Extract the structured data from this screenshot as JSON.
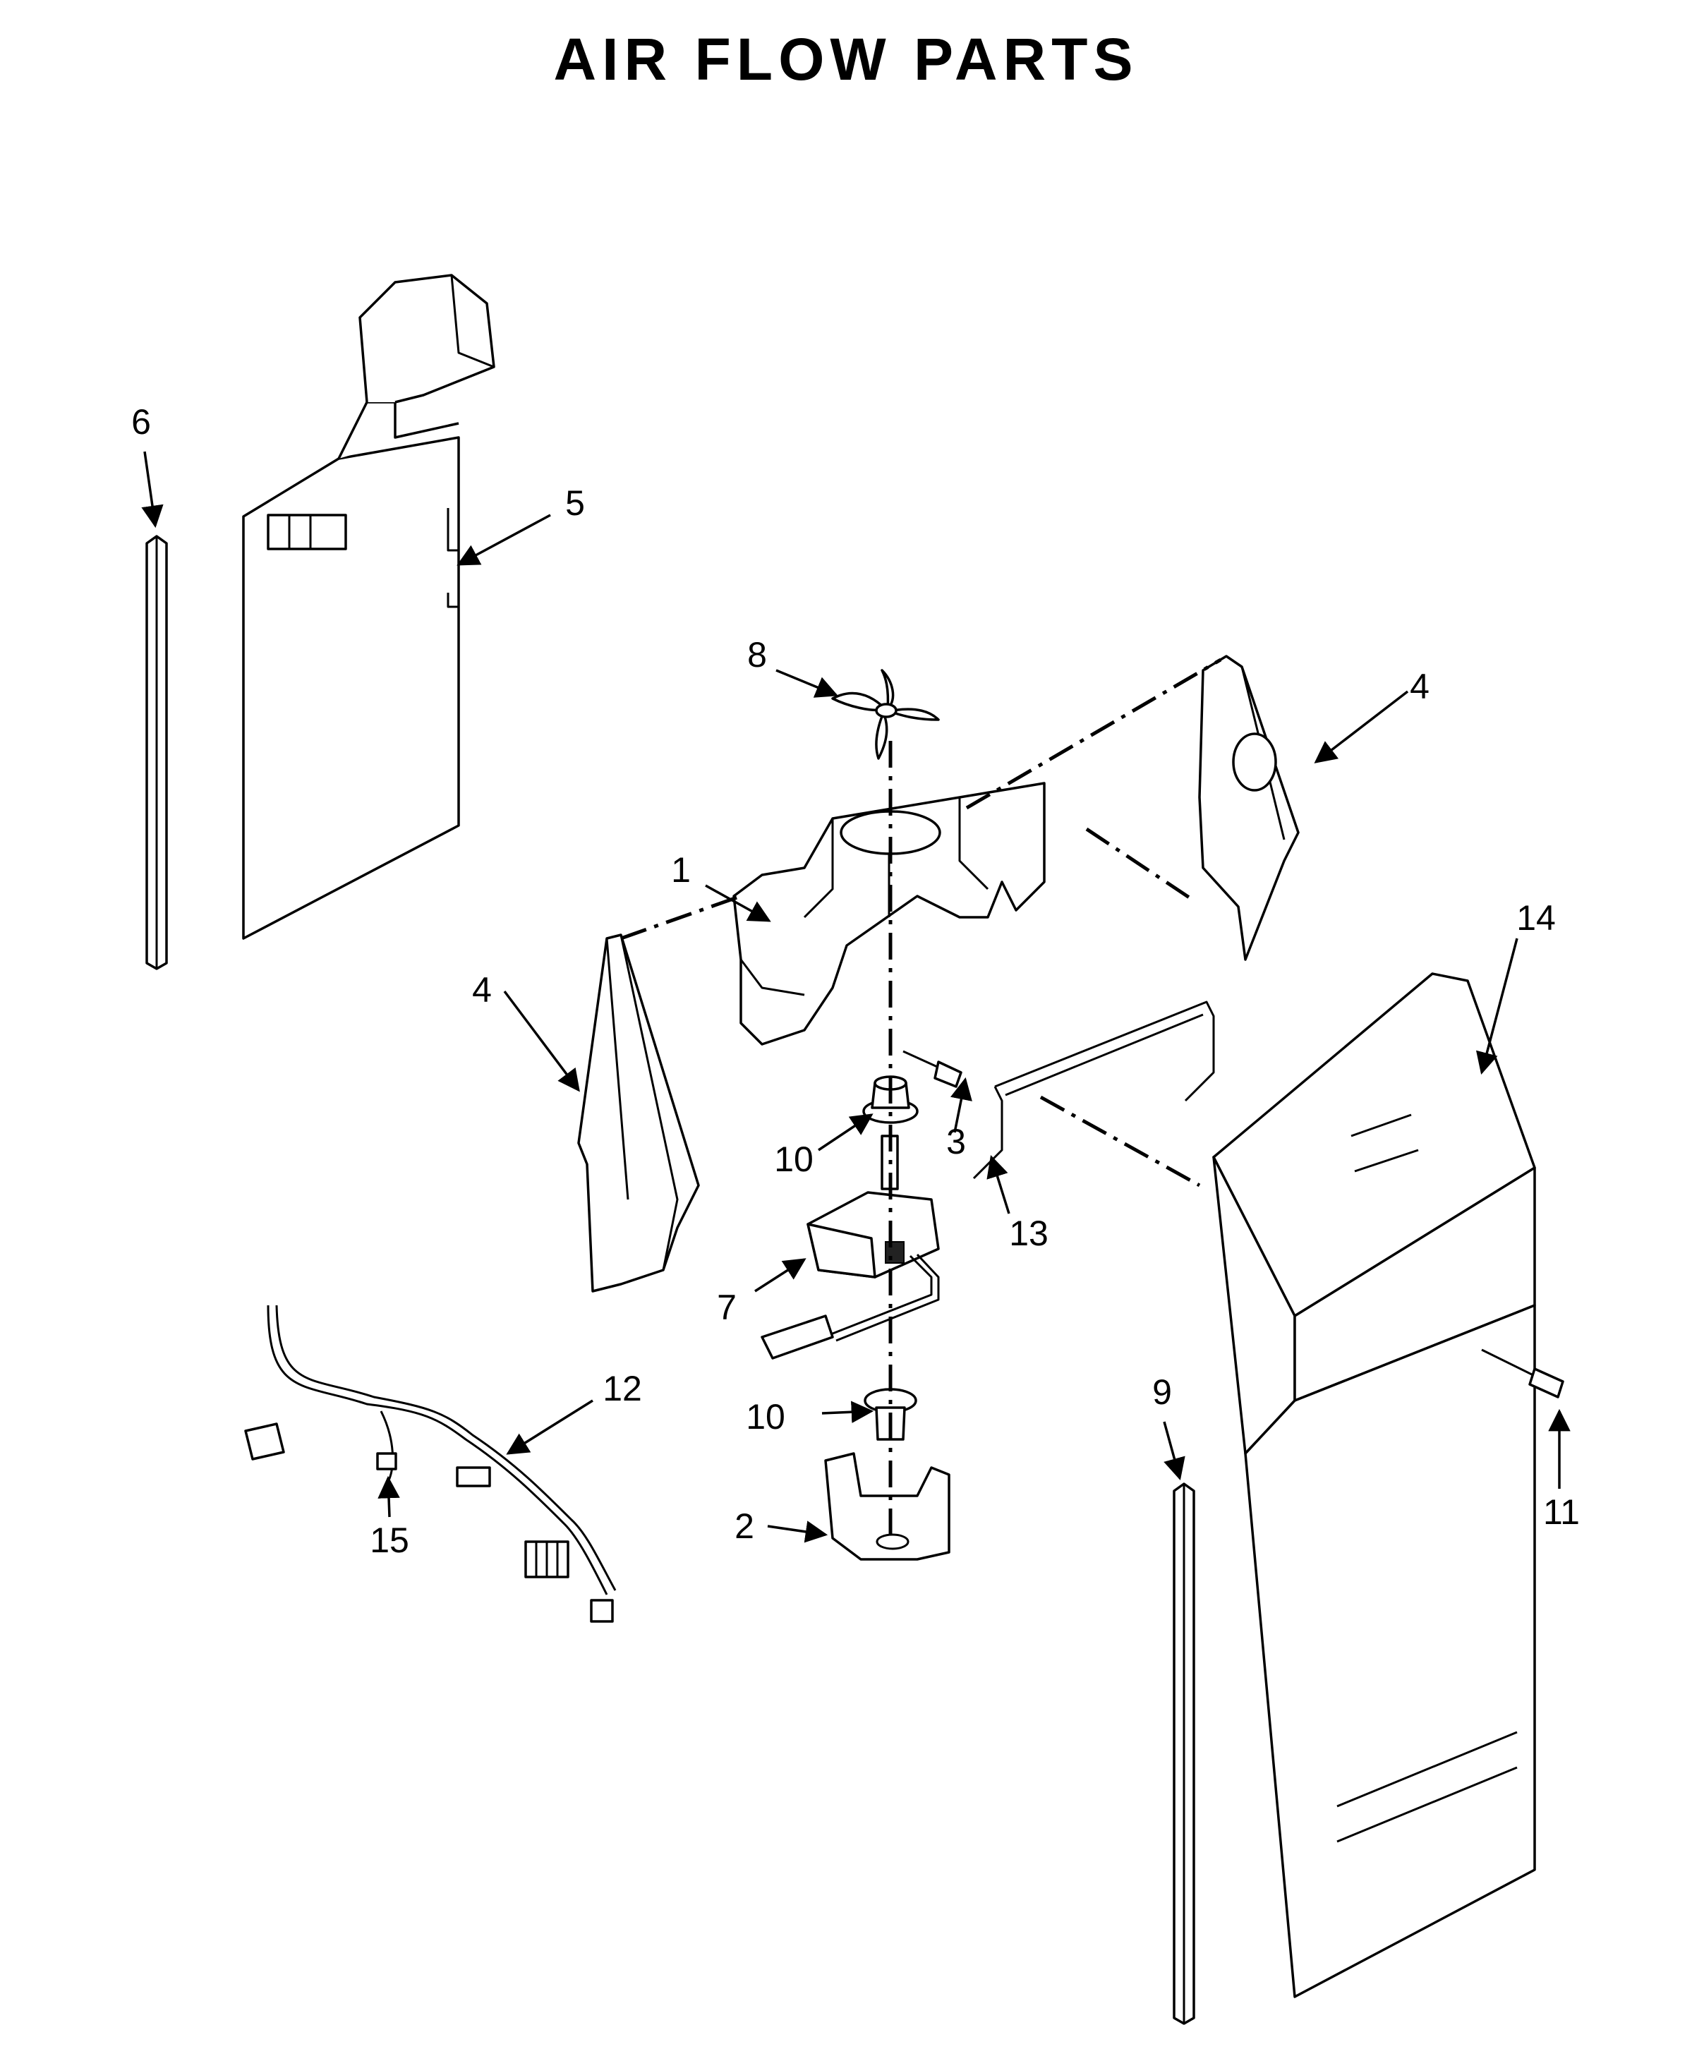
{
  "title": "AIR FLOW PARTS",
  "callouts": [
    "1",
    "2",
    "3",
    "4",
    "4",
    "5",
    "6",
    "7",
    "8",
    "9",
    "10",
    "10",
    "11",
    "12",
    "13",
    "14",
    "15"
  ],
  "colors": {
    "line": "#000000",
    "background": "#ffffff",
    "shade": "#e9e9e9"
  }
}
